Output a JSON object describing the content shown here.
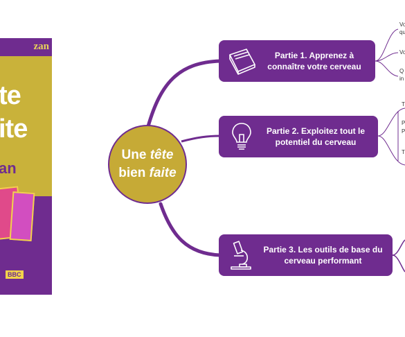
{
  "cover": {
    "author_fragment": "zan",
    "title_line1": "te",
    "title_line2": "ite",
    "title_line3": "an",
    "publisher_fragment": "BBC"
  },
  "center": {
    "word1": "Une ",
    "word2": "tête",
    "word3": "bien ",
    "word4": "faite"
  },
  "parts": [
    {
      "label": "Partie 1. Apprenez à connaître votre cerveau",
      "icon": "book-icon"
    },
    {
      "label": "Partie 2. Exploitez tout le potentiel du cerveau",
      "icon": "lightbulb-icon"
    },
    {
      "label": "Partie 3. Les outils de base du cerveau performant",
      "icon": "microscope-icon"
    }
  ],
  "leaves": {
    "p1": [
      "Vo",
      "qu",
      "Vo",
      "Q",
      "in"
    ],
    "p2": [
      "T",
      "P",
      "P",
      "T"
    ]
  },
  "colors": {
    "purple": "#6f2c8f",
    "gold": "#c6aa36"
  }
}
